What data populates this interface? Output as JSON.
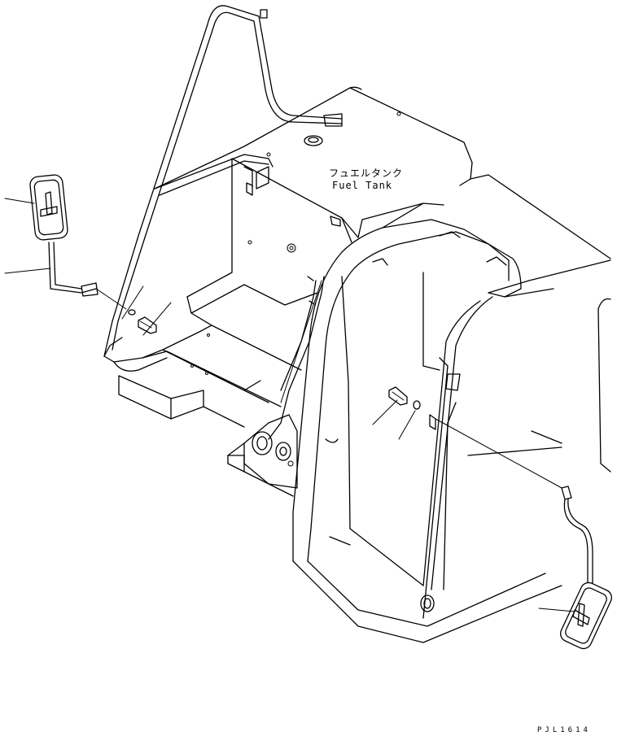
{
  "labels": {
    "fuel_tank_jp": "フュエルタンク",
    "fuel_tank_en": "Fuel Tank",
    "drawing_code": "PJL1614"
  },
  "icons": {
    "left_mirror": "mirror-icon",
    "right_mirror": "mirror-icon",
    "bolt": "bolt-icon",
    "washer": "washer-icon"
  }
}
